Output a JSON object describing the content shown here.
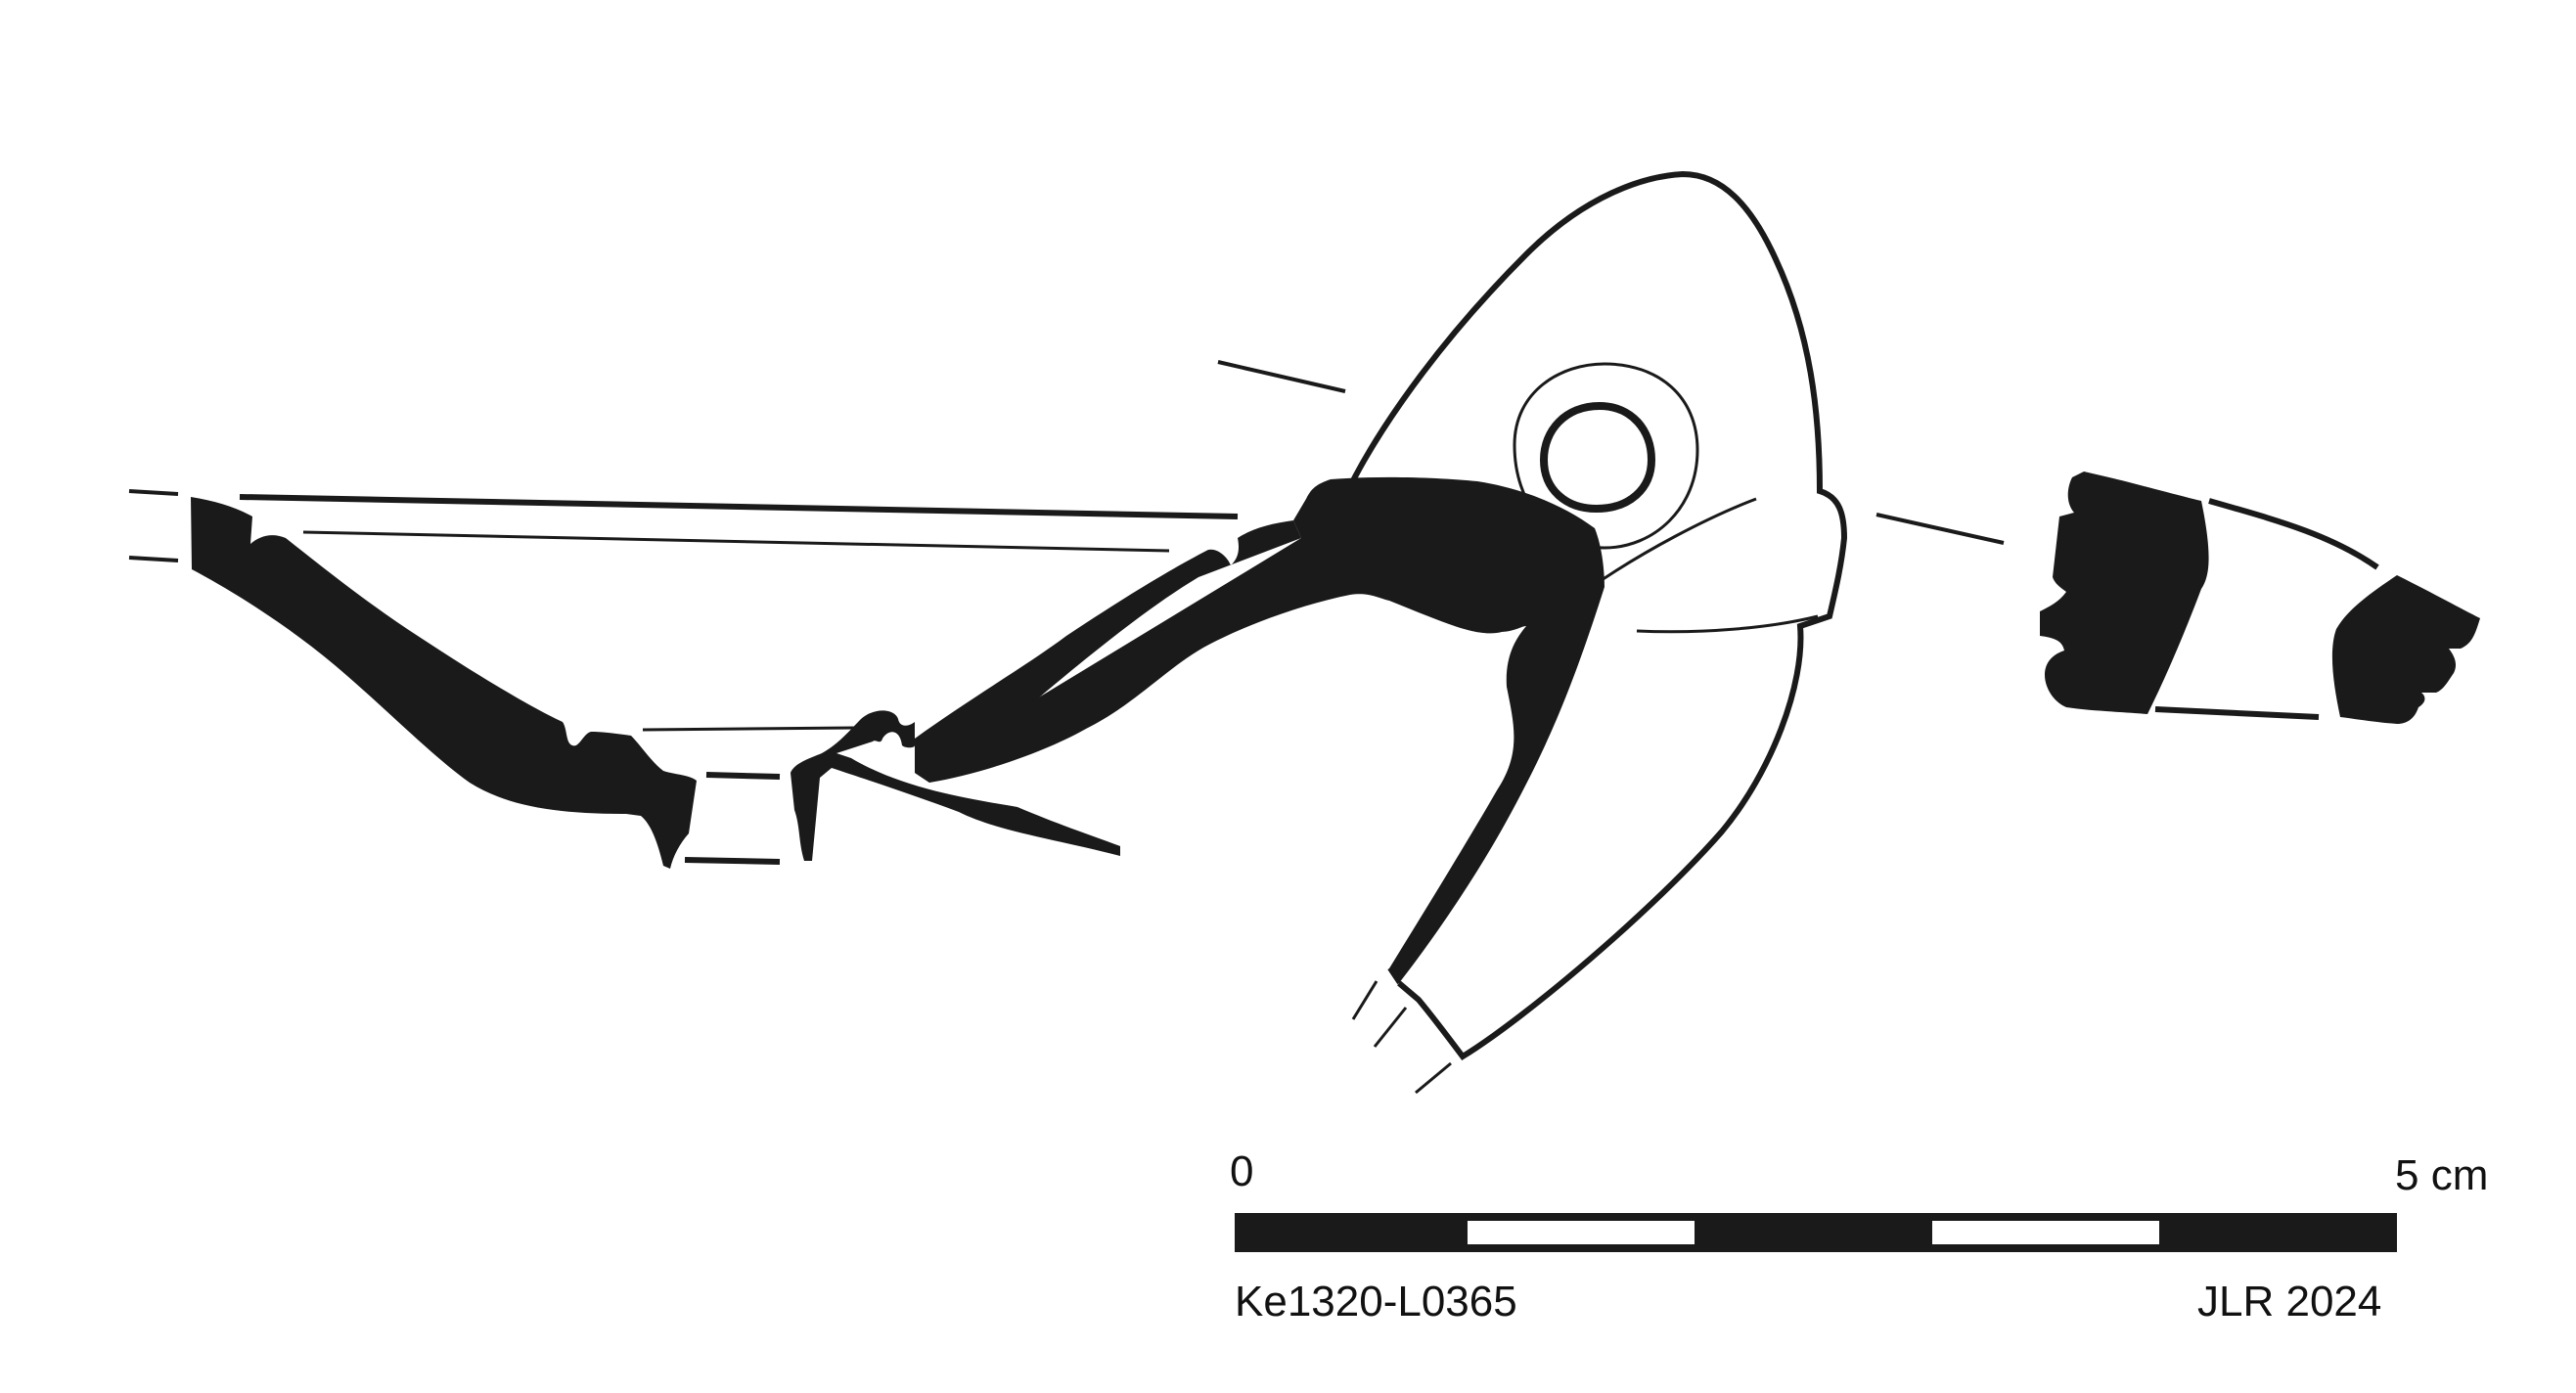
{
  "scale_bar": {
    "start_label": "0",
    "end_label": "5 cm",
    "segments": 5,
    "fill_color": "#1a1a1a"
  },
  "caption": {
    "catalog_id": "Ke1320-L0365",
    "author_year": "JLR 2024"
  },
  "colors": {
    "ink": "#1a1a1a",
    "paper": "#ffffff"
  }
}
